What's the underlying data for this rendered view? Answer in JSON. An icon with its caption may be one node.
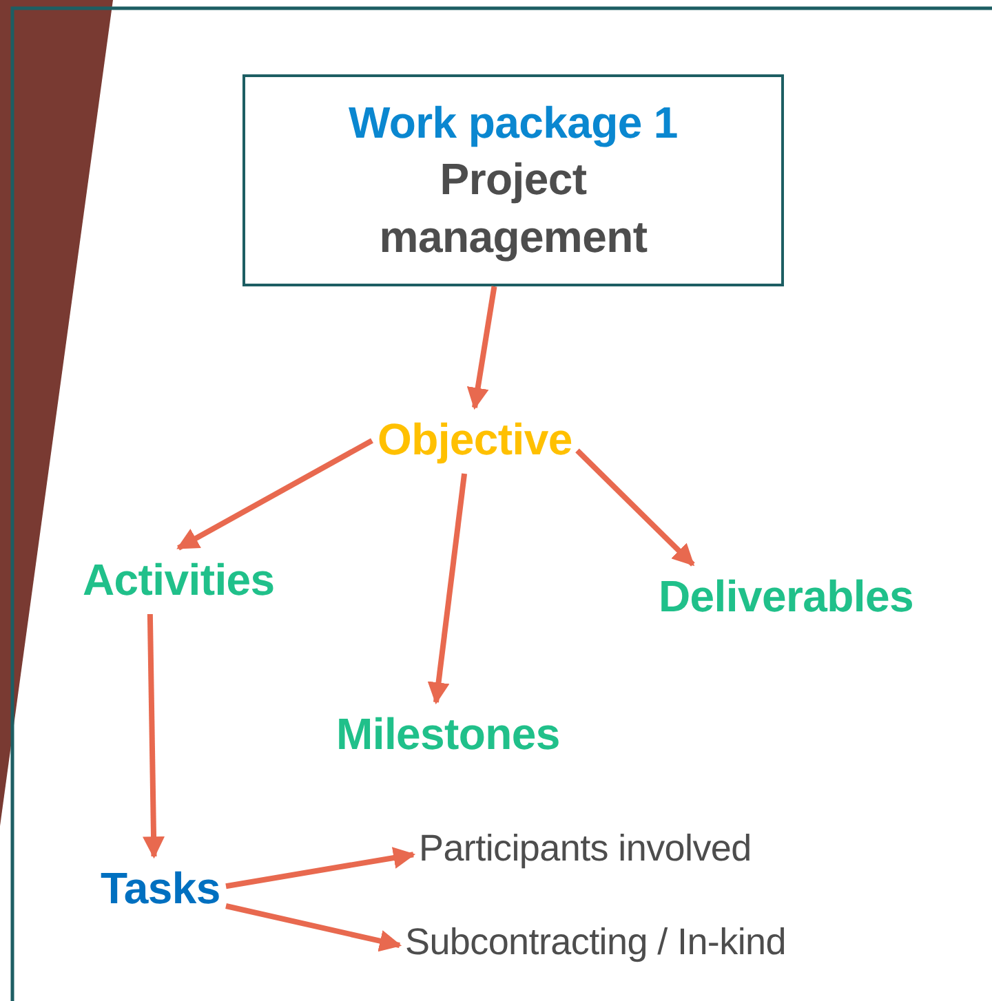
{
  "diagram": {
    "nodes": [
      {
        "text": [
          "Work package 1",
          "Project management"
        ]
      },
      {
        "text": [
          "Objective"
        ]
      },
      {
        "text": [
          "Activities"
        ]
      },
      {
        "text": [
          "Milestones"
        ]
      },
      {
        "text": [
          "Deliverables"
        ]
      },
      {
        "text": [
          "Tasks"
        ]
      },
      {
        "text": [
          "Participants involved"
        ]
      },
      {
        "text": [
          "Subcontracting / In-kind"
        ]
      }
    ],
    "edges": [
      {
        "from": 0,
        "to": 1,
        "arrow": "to"
      },
      {
        "from": 1,
        "to": 2,
        "arrow": "to"
      },
      {
        "from": 1,
        "to": 3,
        "arrow": "to"
      },
      {
        "from": 1,
        "to": 4,
        "arrow": "to"
      },
      {
        "from": 2,
        "to": 5,
        "arrow": "to"
      },
      {
        "from": 5,
        "to": 6,
        "arrow": "to"
      },
      {
        "from": 5,
        "to": 7,
        "arrow": "to"
      }
    ]
  }
}
